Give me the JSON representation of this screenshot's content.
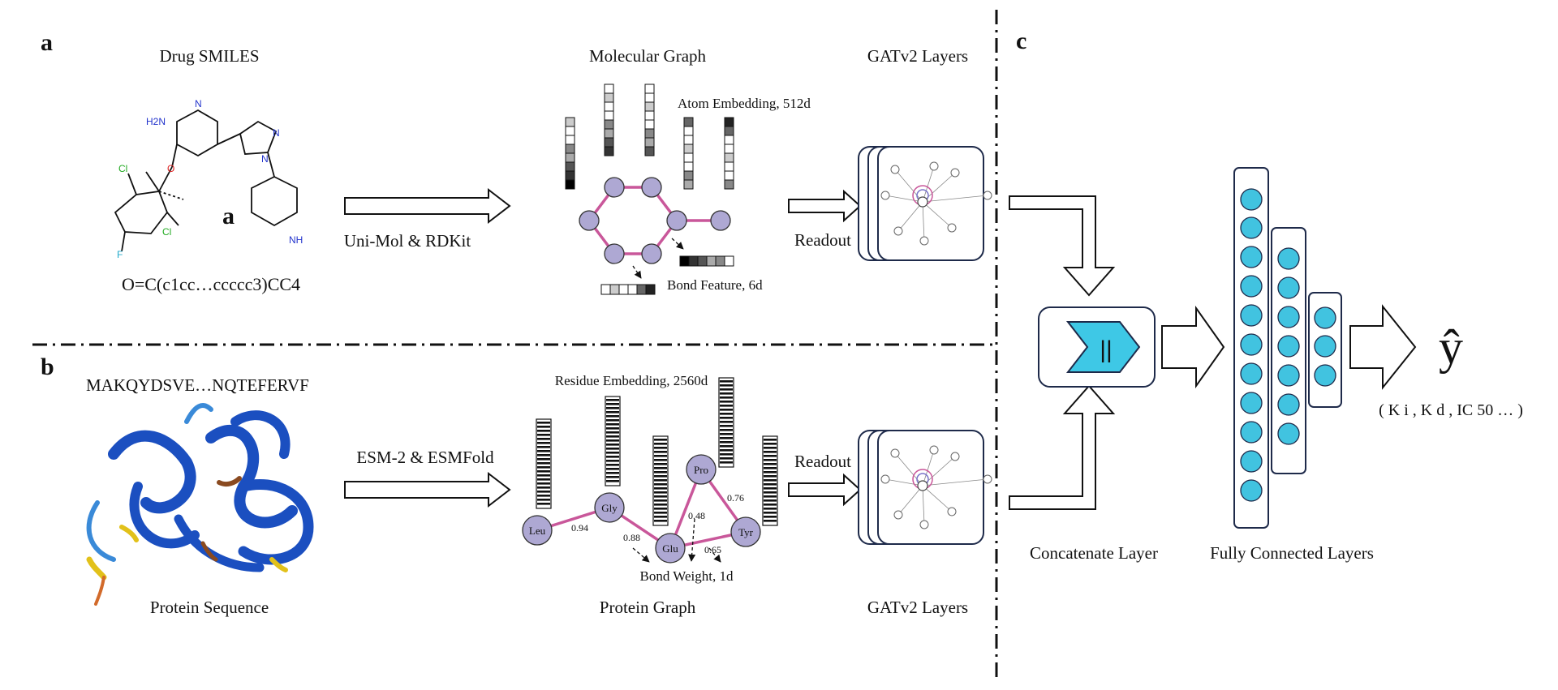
{
  "panels": {
    "a_label": "a",
    "b_label": "b",
    "c_label": "c"
  },
  "drug": {
    "title": "Drug SMILES",
    "smiles": "O=C(c1cc…ccccc3)CC4",
    "molecule_label": "a",
    "atom_labels": [
      "H2N",
      "N",
      "O",
      "Cl",
      "Cl",
      "F",
      "N",
      "N",
      "NH"
    ],
    "arrow_label": "Uni-Mol & RDKit"
  },
  "molecular_graph": {
    "title": "Molecular Graph",
    "atom_embedding_label": "Atom Embedding, 512d",
    "bond_feature_label": "Bond Feature, 6d"
  },
  "protein": {
    "sequence": "MAKQYDSVE…NQTEFERVF",
    "title": "Protein Sequence",
    "arrow_label": "ESM-2 & ESMFold"
  },
  "protein_graph": {
    "title": "Protein Graph",
    "residue_embedding_label": "Residue Embedding, 2560d",
    "bond_weight_label": "Bond Weight, 1d",
    "nodes": [
      "Leu",
      "Gly",
      "Glu",
      "Pro",
      "Tyr"
    ],
    "edge_weights": [
      "0.94",
      "0.88",
      "0.48",
      "0.65",
      "0.76"
    ]
  },
  "gat": {
    "top_label": "GATv2 Layers",
    "bottom_label": "GATv2 Layers",
    "readout_top": "Readout",
    "readout_bottom": "Readout"
  },
  "fusion": {
    "concat_label": "Concatenate Layer",
    "concat_symbol": "||",
    "fc_label": "Fully Connected Layers",
    "output_symbol": "ŷ",
    "output_targets": "( K i , K d , IC 50 … )"
  },
  "colors": {
    "node_purple": "#aea8d3",
    "edge_pink": "#c9579a",
    "neuron_cyan": "#41c3e0",
    "concat_cyan": "#3ec8e6",
    "box_navy": "#1e2a4a",
    "protein_blue": "#1b4fc0"
  }
}
